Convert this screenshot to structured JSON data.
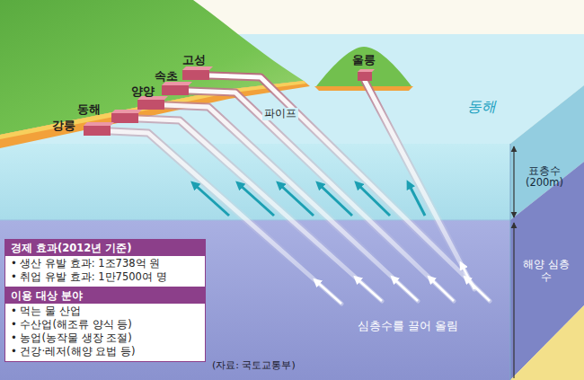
{
  "diagram": {
    "nodes": [
      {
        "text": [
          "경제 효과(2012년 기준)",
          "• 생산 유발 효과: 1조738억 원",
          "• 취업 유발 효과: 1만7500여 명"
        ]
      },
      {
        "text": [
          "이용 대상 분야",
          "• 먹는 물 산업",
          "• 수산업(해조류 양식 등)",
          "• 농업(농작물 생장 조절)",
          "• 건강·레저(해양 요법 등)"
        ]
      }
    ],
    "labels": [
      "고성",
      "속초",
      "양양",
      "동해",
      "강릉",
      "울릉",
      "파이프",
      "동해",
      "표층수 (200m)",
      "해양 심층수",
      "심층수를 끌어 올림",
      "(자료: 국토교통부)"
    ]
  }
}
